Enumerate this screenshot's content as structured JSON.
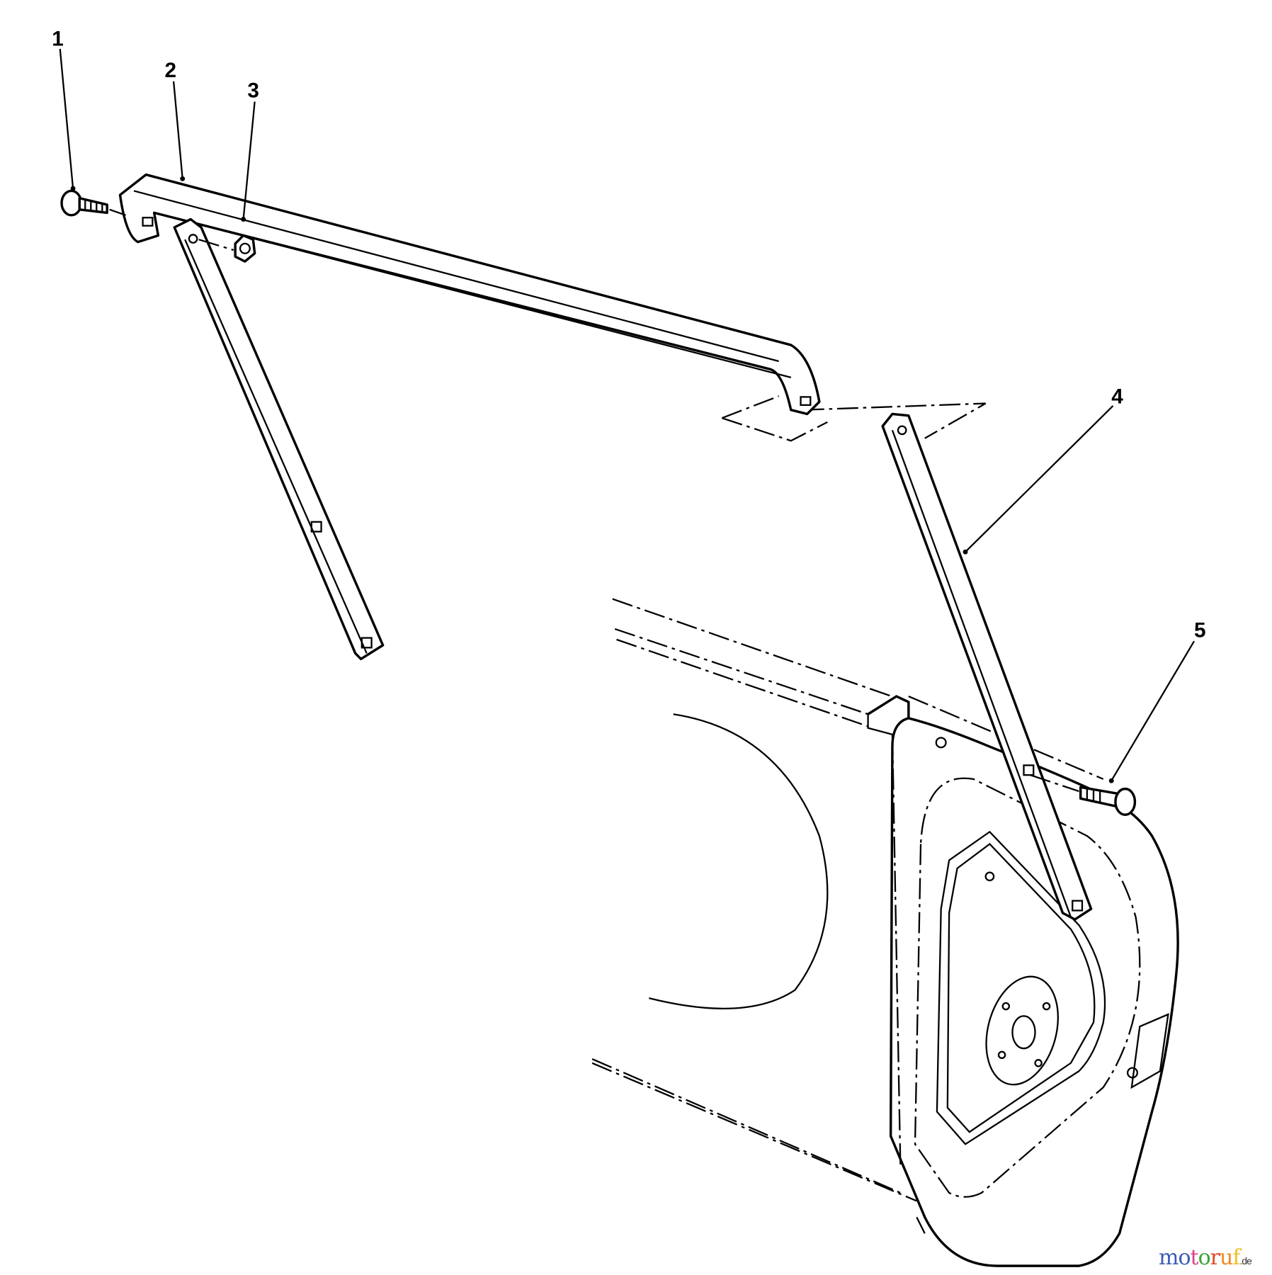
{
  "callouts": [
    {
      "number": "1"
    },
    {
      "number": "2"
    },
    {
      "number": "3"
    },
    {
      "number": "4"
    },
    {
      "number": "5"
    }
  ],
  "watermark": {
    "text": "motoruf",
    "suffix": ".de",
    "colors": [
      "#3b5bb5",
      "#3b5bb5",
      "#e0408a",
      "#3aa33a",
      "#e04a2a",
      "#f08a20",
      "#f0c020"
    ]
  }
}
